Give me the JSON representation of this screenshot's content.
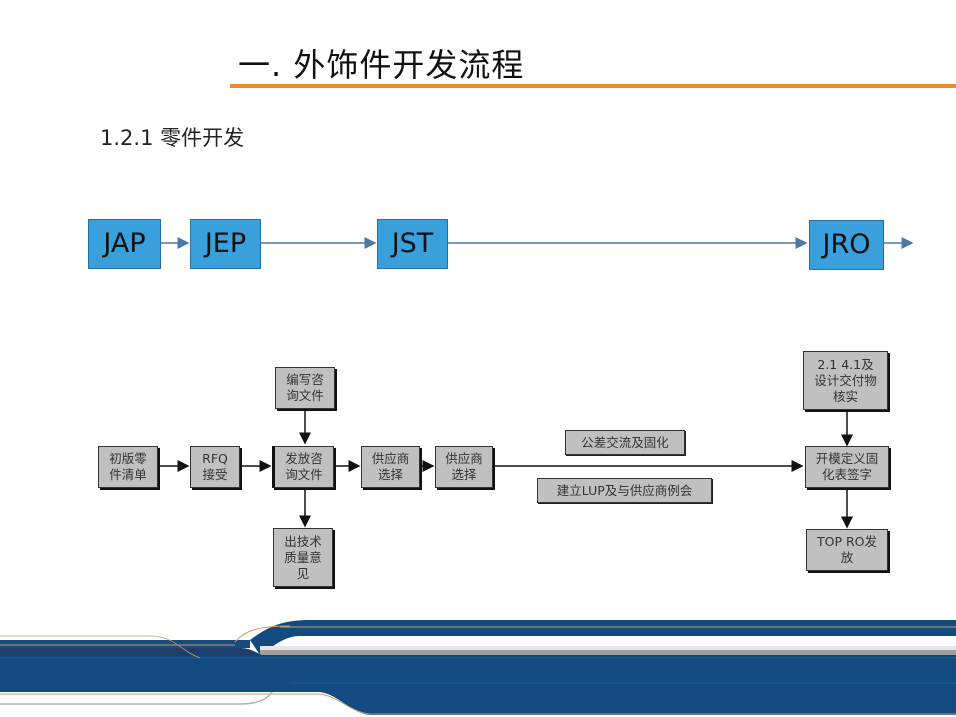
{
  "slide": {
    "title": "一. 外饰件开发流程",
    "subtitle": "1.2.1 零件开发"
  },
  "phases": [
    {
      "label": "JAP"
    },
    {
      "label": "JEP"
    },
    {
      "label": "JST"
    },
    {
      "label": "JRO"
    }
  ],
  "flow": {
    "nodes": {
      "initial_parts_list": "初版零\n件清单",
      "rfq_receive": "RFQ\n接受",
      "write_inquiry": "编写咨\n询文件",
      "issue_inquiry": "发放咨\n询文件",
      "tech_quality_opinion": "出技术\n质量意\n见",
      "supplier_select_1": "供应商\n选择",
      "supplier_select_2": "供应商\n选择",
      "tolerance_exchange": "公差交流及固化",
      "lup_meeting": "建立LUP及与供应商例会",
      "deliverables_check": "2.1 4.1及\n设计交付物\n核实",
      "tooling_signoff": "开模定义固\n化表签字",
      "top_ro_release": "TOP RO发\n放"
    }
  },
  "colors": {
    "accent_orange": "#ee8a2e",
    "phase_blue": "#3aa0dc",
    "box_gray": "#c0c0c0",
    "footer_navy": "#134a80"
  }
}
